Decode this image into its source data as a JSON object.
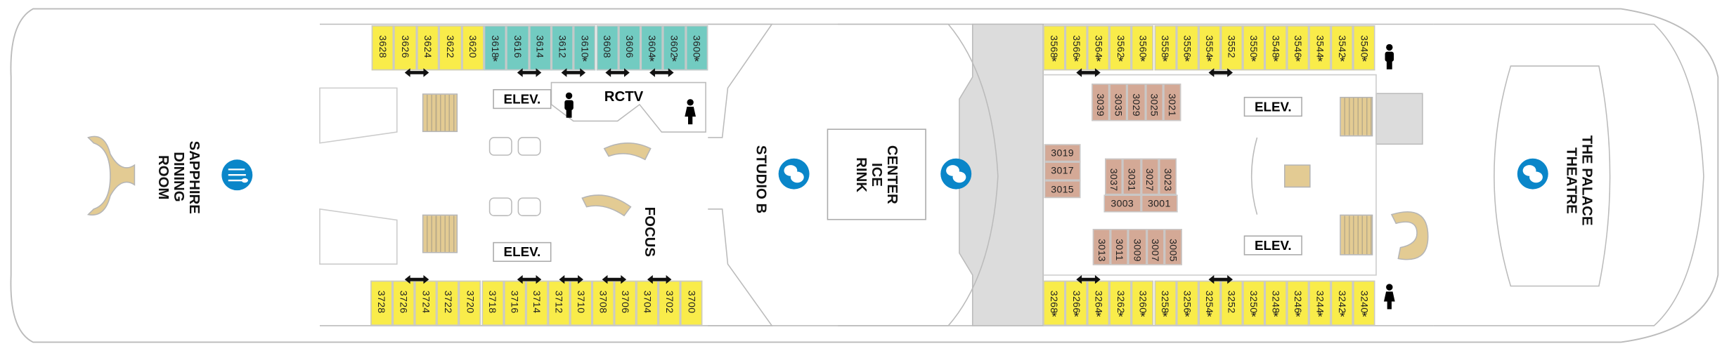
{
  "colors": {
    "balcony": "#f9ec4a",
    "accessible": "#72cbc1",
    "interior": "#d4a996",
    "venue_icon": "#0a86c9",
    "stairs": "#e3cb93",
    "grey_area": "#dcdcdc"
  },
  "cabins": {
    "top_left": [
      {
        "n": "3628"
      },
      {
        "n": "3626"
      },
      {
        "n": "3624"
      },
      {
        "n": "3622"
      },
      {
        "n": "3620"
      }
    ],
    "top_teal": [
      {
        "n": "3618",
        "s": true
      },
      {
        "n": "3616"
      },
      {
        "n": "3614"
      },
      {
        "n": "3612"
      },
      {
        "n": "3610",
        "s": true
      },
      {
        "n": "3608"
      },
      {
        "n": "3606"
      },
      {
        "n": "3604",
        "s": true
      },
      {
        "n": "3602",
        "s": true
      },
      {
        "n": "3600",
        "s": true
      }
    ],
    "bottom_left": [
      {
        "n": "3728"
      },
      {
        "n": "3726"
      },
      {
        "n": "3724"
      },
      {
        "n": "3722"
      },
      {
        "n": "3720"
      },
      {
        "n": "3718"
      },
      {
        "n": "3716"
      },
      {
        "n": "3714"
      },
      {
        "n": "3712"
      },
      {
        "n": "3710"
      },
      {
        "n": "3708"
      },
      {
        "n": "3706"
      },
      {
        "n": "3704"
      },
      {
        "n": "3702"
      },
      {
        "n": "3700"
      }
    ],
    "top_right": [
      {
        "n": "3568",
        "s": true
      },
      {
        "n": "3566",
        "s": true
      },
      {
        "n": "3564",
        "s": true
      },
      {
        "n": "3562",
        "s": true
      },
      {
        "n": "3560",
        "s": true
      },
      {
        "n": "3558",
        "s": true
      },
      {
        "n": "3556",
        "s": true
      },
      {
        "n": "3554",
        "s": true
      },
      {
        "n": "3552"
      },
      {
        "n": "3550",
        "s": true
      },
      {
        "n": "3548",
        "s": true
      },
      {
        "n": "3546",
        "s": true
      },
      {
        "n": "3544",
        "s": true
      },
      {
        "n": "3542",
        "s": true
      },
      {
        "n": "3540",
        "s": true
      }
    ],
    "bottom_right": [
      {
        "n": "3268",
        "s": true
      },
      {
        "n": "3266",
        "s": true
      },
      {
        "n": "3264",
        "s": true
      },
      {
        "n": "3262",
        "s": true
      },
      {
        "n": "3260",
        "s": true
      },
      {
        "n": "3258",
        "s": true
      },
      {
        "n": "3256",
        "s": true
      },
      {
        "n": "3254",
        "s": true
      },
      {
        "n": "3252"
      },
      {
        "n": "3250",
        "s": true
      },
      {
        "n": "3248",
        "s": true
      },
      {
        "n": "3246",
        "s": true
      },
      {
        "n": "3244",
        "s": true
      },
      {
        "n": "3242",
        "s": true
      },
      {
        "n": "3240",
        "s": true
      }
    ],
    "interior_top": [
      {
        "n": "3039"
      },
      {
        "n": "3035"
      },
      {
        "n": "3029"
      },
      {
        "n": "3025"
      },
      {
        "n": "3021"
      }
    ],
    "interior_left": [
      {
        "n": "3019"
      },
      {
        "n": "3017"
      },
      {
        "n": "3015"
      }
    ],
    "interior_mid": [
      {
        "n": "3037"
      },
      {
        "n": "3031"
      },
      {
        "n": "3027"
      },
      {
        "n": "3023"
      }
    ],
    "interior_mid_row": [
      {
        "n": "3003"
      },
      {
        "n": "3001"
      }
    ],
    "interior_bottom": [
      {
        "n": "3013"
      },
      {
        "n": "3011"
      },
      {
        "n": "3009"
      },
      {
        "n": "3007"
      },
      {
        "n": "3005"
      }
    ]
  },
  "venues": {
    "sapphire": "SAPPHIRE\nDINING\nROOM",
    "rctv": "RCTV",
    "focus": "FOCUS",
    "studio_b": "STUDIO B",
    "ice_rink": "CENTER\nICE\nRINK",
    "palace": "THE PALACE\nTHEATRE",
    "elev": "ELEV."
  },
  "symbols": {
    "star": "*",
    "star_note": "*"
  }
}
